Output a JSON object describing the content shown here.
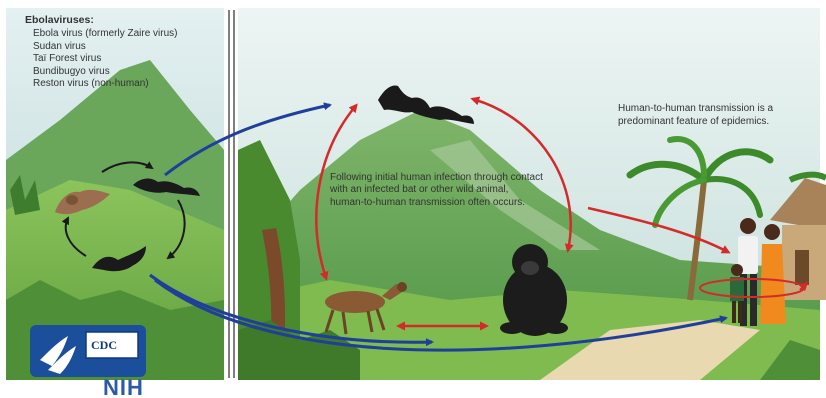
{
  "ebolaviruses": {
    "title": "Ebolaviruses:",
    "items": [
      "Ebola virus (formerly Zaire virus)",
      "Sudan virus",
      "Taï Forest virus",
      "Bundibugyo virus",
      "Reston virus (non-human)"
    ]
  },
  "center_note": "Following initial human infection through contact with an infected bat or other wild animal, human-to-human transmission often occurs.",
  "right_note": "Human-to-human transmission is a predominant feature of epidemics.",
  "logos": {
    "cdc": "CDC",
    "nih": "NIH"
  },
  "colors": {
    "forest_arrow": "#1f3f9a",
    "cycle_arrow": "#1a1a1a",
    "transmission_arrow": "#d42a2a"
  },
  "icons": [
    "bat-icon",
    "duiker-icon",
    "chimpanzee-icon",
    "human-family-icon",
    "hut-icon",
    "palm-tree-icon",
    "hhs-eagle-icon"
  ]
}
